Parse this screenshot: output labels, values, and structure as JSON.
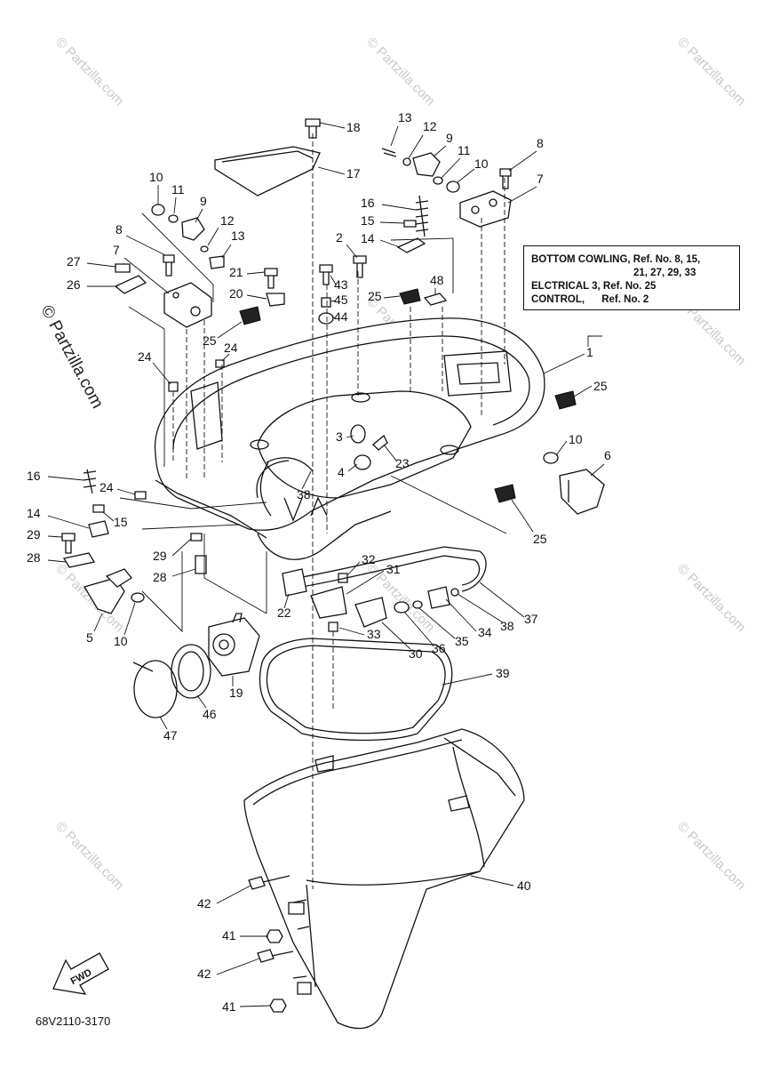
{
  "reference_box": {
    "row1a": "BOTTOM COWLING, Ref. No. 8, 15,",
    "row1b": "21, 27, 29, 33",
    "row2": "ELCTRICAL 3, Ref. No. 25",
    "row3": "CONTROL,      Ref. No. 2"
  },
  "diagram_code": "68V2110-3170",
  "fwd_label": "FWD",
  "watermark_text": "© Partzilla.com",
  "brand_vertical": "© Partzilla.com",
  "callouts": [
    "1",
    "2",
    "3",
    "4",
    "5",
    "6",
    "7",
    "7",
    "8",
    "8",
    "9",
    "9",
    "10",
    "10",
    "10",
    "10",
    "11",
    "11",
    "12",
    "12",
    "13",
    "13",
    "14",
    "14",
    "15",
    "15",
    "16",
    "16",
    "17",
    "18",
    "19",
    "20",
    "21",
    "22",
    "23",
    "24",
    "24",
    "24",
    "25",
    "25",
    "25",
    "25",
    "26",
    "27",
    "28",
    "28",
    "29",
    "29",
    "30",
    "31",
    "32",
    "33",
    "34",
    "35",
    "36",
    "37",
    "38",
    "38",
    "39",
    "40",
    "41",
    "41",
    "42",
    "42",
    "43",
    "44",
    "45",
    "46",
    "47",
    "48"
  ]
}
